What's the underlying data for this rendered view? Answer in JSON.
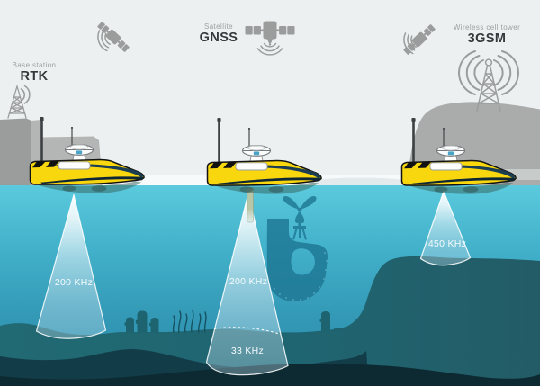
{
  "illustration": {
    "infrastructure": {
      "base_station": {
        "caption": "Base station",
        "acronym": "RTK"
      },
      "gnss_satellite": {
        "caption": "Satellite",
        "acronym": "GNSS"
      },
      "cell_tower": {
        "caption": "Wireless cell tower",
        "acronym": "3GSM"
      }
    },
    "sonar_beams": {
      "left": {
        "frequency": "200 KHz"
      },
      "middle_water_column": {
        "frequency": "200 KHz"
      },
      "middle_sub_bottom": {
        "frequency": "33 KHz"
      },
      "right": {
        "frequency": "450 KHz"
      }
    },
    "icons": {
      "rtk_tower": "lattice-radio-tower-with-waves",
      "cell_tower": "lattice-cell-tower-with-waves",
      "satellite_small": "tilted-satellite-with-waves",
      "gnss_satellite": "satellite-with-solar-panels-and-waves",
      "usv_boat": "yellow-unmanned-surface-vehicle",
      "rov": "submersible-silhouette",
      "moai": "moai-statues",
      "seaweed": "seaweed-strands"
    },
    "colors": {
      "sky": "#ecf0f1",
      "surface_band": "#f7fafa",
      "water_top": "#5bcadd",
      "water_bottom": "#2b8ba9",
      "seafloor": "#216973",
      "seafloor_mid": "#123c48",
      "seafloor_deep": "#0d2a32",
      "hull_yellow": "#f9d70f",
      "hull_accent": "#1c3e53",
      "infrastructure_gray": "#9b9d9c",
      "beam_white": "#ffffff"
    }
  }
}
